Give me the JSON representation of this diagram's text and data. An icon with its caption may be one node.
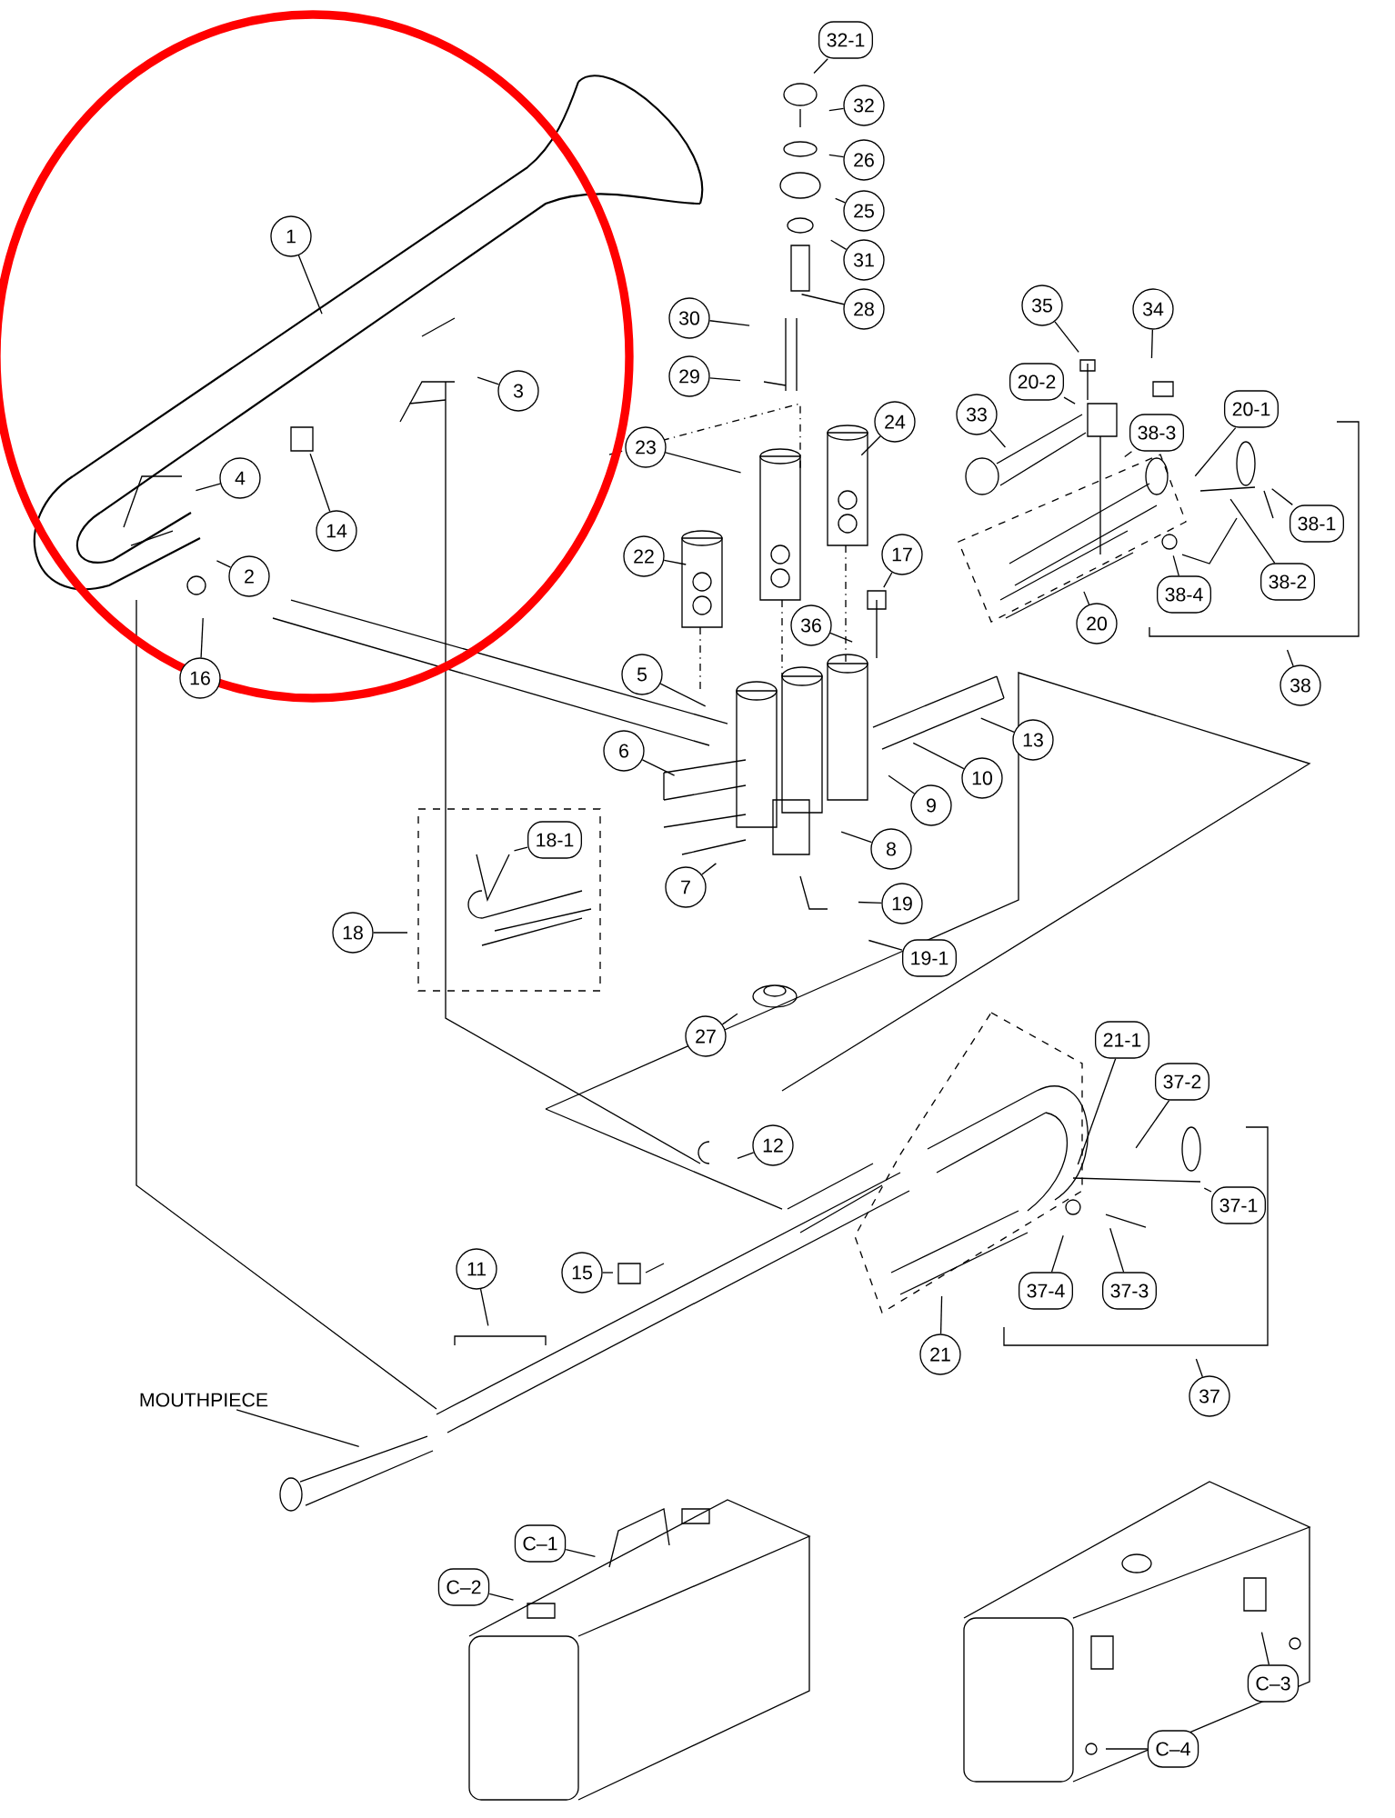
{
  "diagram": {
    "nodes": [
      {
        "text": [
          "32-1"
        ]
      },
      {
        "text": [
          "32"
        ]
      },
      {
        "text": [
          "26"
        ]
      },
      {
        "text": [
          "25"
        ]
      },
      {
        "text": [
          "31"
        ]
      },
      {
        "text": [
          "28"
        ]
      },
      {
        "text": [
          "1"
        ]
      },
      {
        "text": [
          "30"
        ]
      },
      {
        "text": [
          "35"
        ]
      },
      {
        "text": [
          "34"
        ]
      },
      {
        "text": [
          "29"
        ]
      },
      {
        "text": [
          "3"
        ]
      },
      {
        "text": [
          "20-2"
        ]
      },
      {
        "text": [
          "33"
        ]
      },
      {
        "text": [
          "20-1"
        ]
      },
      {
        "text": [
          "38-3"
        ]
      },
      {
        "text": [
          "24"
        ]
      },
      {
        "text": [
          "23"
        ]
      },
      {
        "text": [
          "4"
        ]
      },
      {
        "text": [
          "38-1"
        ]
      },
      {
        "text": [
          "14"
        ]
      },
      {
        "text": [
          "17"
        ]
      },
      {
        "text": [
          "22"
        ]
      },
      {
        "text": [
          "2"
        ]
      },
      {
        "text": [
          "38-2"
        ]
      },
      {
        "text": [
          "38-4"
        ]
      },
      {
        "text": [
          "20"
        ]
      },
      {
        "text": [
          "36"
        ]
      },
      {
        "text": [
          "16"
        ]
      },
      {
        "text": [
          "5"
        ]
      },
      {
        "text": [
          "38"
        ]
      },
      {
        "text": [
          "13"
        ]
      },
      {
        "text": [
          "6"
        ]
      },
      {
        "text": [
          "10"
        ]
      },
      {
        "text": [
          "9"
        ]
      },
      {
        "text": [
          "18-1"
        ]
      },
      {
        "text": [
          "8"
        ]
      },
      {
        "text": [
          "7"
        ]
      },
      {
        "text": [
          "19"
        ]
      },
      {
        "text": [
          "18"
        ]
      },
      {
        "text": [
          "19-1"
        ]
      },
      {
        "text": [
          "27"
        ]
      },
      {
        "text": [
          "21-1"
        ]
      },
      {
        "text": [
          "37-2"
        ]
      },
      {
        "text": [
          "12"
        ]
      },
      {
        "text": [
          "37-1"
        ]
      },
      {
        "text": [
          "15"
        ]
      },
      {
        "text": [
          "37-4"
        ]
      },
      {
        "text": [
          "37-3"
        ]
      },
      {
        "text": [
          "11"
        ]
      },
      {
        "text": [
          "21"
        ]
      },
      {
        "text": [
          "37"
        ]
      },
      {
        "text": [
          "MOUTHPIECE"
        ]
      },
      {
        "text": [
          "C–1"
        ]
      },
      {
        "text": [
          "C–2"
        ]
      },
      {
        "text": [
          "C–3"
        ]
      },
      {
        "text": [
          "C–4"
        ]
      }
    ],
    "edges": [
      {
        "from": 0,
        "to": null,
        "arrow": "none"
      },
      {
        "from": 1,
        "to": null,
        "arrow": "none"
      },
      {
        "from": 2,
        "to": null,
        "arrow": "none"
      },
      {
        "from": 3,
        "to": null,
        "arrow": "none"
      },
      {
        "from": 4,
        "to": null,
        "arrow": "none"
      },
      {
        "from": 5,
        "to": null,
        "arrow": "none"
      },
      {
        "from": 6,
        "to": null,
        "arrow": "none"
      },
      {
        "from": 7,
        "to": null,
        "arrow": "none"
      },
      {
        "from": 8,
        "to": null,
        "arrow": "none"
      },
      {
        "from": 9,
        "to": null,
        "arrow": "none"
      },
      {
        "from": 10,
        "to": null,
        "arrow": "none"
      },
      {
        "from": 11,
        "to": null,
        "arrow": "none"
      },
      {
        "from": 12,
        "to": null,
        "arrow": "none"
      },
      {
        "from": 13,
        "to": null,
        "arrow": "none"
      },
      {
        "from": 14,
        "to": null,
        "arrow": "none"
      },
      {
        "from": 15,
        "to": null,
        "arrow": "none"
      },
      {
        "from": 16,
        "to": null,
        "arrow": "none"
      },
      {
        "from": 17,
        "to": null,
        "arrow": "none"
      },
      {
        "from": 18,
        "to": null,
        "arrow": "none"
      },
      {
        "from": 19,
        "to": null,
        "arrow": "none"
      },
      {
        "from": 20,
        "to": null,
        "arrow": "none"
      },
      {
        "from": 21,
        "to": null,
        "arrow": "none"
      },
      {
        "from": 22,
        "to": null,
        "arrow": "none"
      },
      {
        "from": 23,
        "to": null,
        "arrow": "none"
      },
      {
        "from": 24,
        "to": null,
        "arrow": "none"
      },
      {
        "from": 25,
        "to": null,
        "arrow": "none"
      },
      {
        "from": 26,
        "to": null,
        "arrow": "none"
      },
      {
        "from": 27,
        "to": null,
        "arrow": "none"
      },
      {
        "from": 28,
        "to": null,
        "arrow": "none"
      },
      {
        "from": 29,
        "to": null,
        "arrow": "none"
      },
      {
        "from": 30,
        "to": null,
        "arrow": "none"
      },
      {
        "from": 31,
        "to": null,
        "arrow": "none"
      },
      {
        "from": 32,
        "to": null,
        "arrow": "none"
      },
      {
        "from": 33,
        "to": null,
        "arrow": "none"
      },
      {
        "from": 34,
        "to": null,
        "arrow": "none"
      },
      {
        "from": 35,
        "to": null,
        "arrow": "none"
      },
      {
        "from": 36,
        "to": null,
        "arrow": "none"
      },
      {
        "from": 37,
        "to": null,
        "arrow": "none"
      },
      {
        "from": 38,
        "to": null,
        "arrow": "none"
      },
      {
        "from": 39,
        "to": null,
        "arrow": "none"
      },
      {
        "from": 40,
        "to": null,
        "arrow": "none"
      },
      {
        "from": 41,
        "to": null,
        "arrow": "none"
      },
      {
        "from": 42,
        "to": null,
        "arrow": "none"
      },
      {
        "from": 43,
        "to": null,
        "arrow": "none"
      },
      {
        "from": 44,
        "to": null,
        "arrow": "none"
      },
      {
        "from": 45,
        "to": null,
        "arrow": "none"
      },
      {
        "from": 46,
        "to": null,
        "arrow": "none"
      },
      {
        "from": 47,
        "to": null,
        "arrow": "none"
      },
      {
        "from": 48,
        "to": null,
        "arrow": "none"
      },
      {
        "from": 49,
        "to": null,
        "arrow": "none"
      },
      {
        "from": 50,
        "to": null,
        "arrow": "none"
      },
      {
        "from": 51,
        "to": null,
        "arrow": "none"
      },
      {
        "from": 52,
        "to": null,
        "arrow": "none"
      },
      {
        "from": 53,
        "to": null,
        "arrow": "none"
      },
      {
        "from": 54,
        "to": null,
        "arrow": "none"
      },
      {
        "from": 55,
        "to": null,
        "arrow": "none"
      },
      {
        "from": 56,
        "to": null,
        "arrow": "none"
      }
    ]
  }
}
